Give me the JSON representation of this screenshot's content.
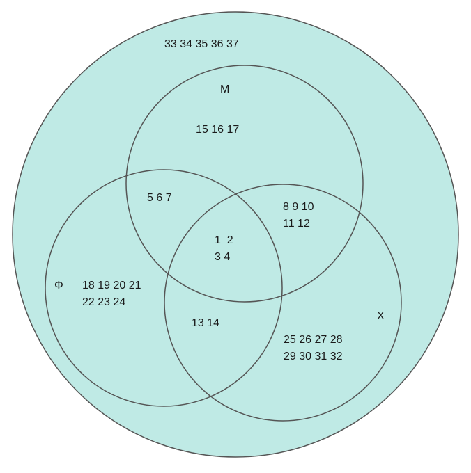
{
  "colors": {
    "universe_fill": "#bfeae5",
    "universe_stroke": "#555555",
    "circle_stroke": "#555555"
  },
  "sets": {
    "m_label": "M",
    "phi_label": "Φ",
    "x_label": "X"
  },
  "regions": {
    "outside": "33 34 35 36 37",
    "m_only": "15 16 17",
    "m_phi": "5 6 7",
    "m_x_line1": "8 9 10",
    "m_x_line2": "11 12",
    "center_line1": "1  2",
    "center_line2": "3 4",
    "phi_only_line1": "18 19 20 21",
    "phi_only_line2": "22 23 24",
    "phi_x": "13 14",
    "x_only_line1": "25 26 27 28",
    "x_only_line2": "29 30 31 32"
  }
}
